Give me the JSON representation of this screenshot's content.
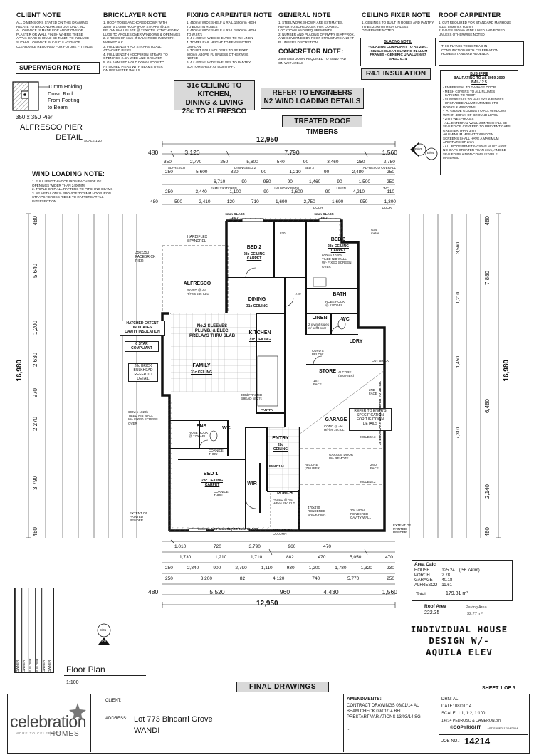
{
  "notes": {
    "client": {
      "title": "CLIENT NOTE",
      "body": "ALL DIMENSIONS STATED ON THIS DRAWING\nRELATE TO BRICKWORK SETOUT ONLY.  NO\nALLOWANCE IS MADE FOR ADDITIONS OF\nPLASTER OR WALL FINISH WHERE THESE\nAPPLY.  CARE SHOULD BE TAKEN TO INCLUDE\nSUCH ALLOWANCE IN CALCULATION OF\nCLEARANCE REQUIRED FOR FUTURE FITTINGS"
    },
    "bricklayer": {
      "title": "BRICKLAYER NOTE",
      "body": "1. ROOF TO BE ANCHORED DOWN WITH\n32mm x 1.0mm HOOP IRON STRAPS @ 12c\nBELOW WALL PLATE @ 1200CTS, ATTACHED BY\nLUGS TO ANGLES OVER WINDOWS & OPENINGS\n2. 2 ROWS OF 6mm Ø GALV. RODS IN BWORK\nMARKED A.K\n3. FULL LENGTH POI STRAPS TO ALL\nATTACHED PIERS\n4. FULL LENGTH HOOP IRON STRAPS TO\nOPENINGS 2.4m WIDE AND GREATER\n5. GALVANISED HOLD DOWN RODS TO\nATTACHED PIERS WITH BEAMS OVER\nON PERIMETER WALLS"
    },
    "fixing": {
      "title": "FIXING CARPENTER NOTE",
      "body": "1. 450mm WIDE SHELF & RAIL 1650mm HIGH\nTO BUILT IN ROBES\n2. 450mm WIDE SHELF & RAIL 1800mm HIGH\nTO W.I.R's\n3. 4 x 450mm WIDE SHELVES TO W.I LINEN\n4. TOWEL RAIL HEIGHT TO BE AS NOTED\nON PLAN\n5. TOILET ROLL HOLDERS TO BE FIXED\n800mm ABOVE FL UNLESS OTHERWISE\nNOTED\n6. 4 x 450mm WIDE SHELVES TO PANTRY\nBOTTOM SHELF AT 500mm AFL"
    },
    "general": {
      "title": "GENERAL NOTE",
      "body": "1. STEELWORK SHOWN ARE ESTIMATES,\nREFER TO  SCHEDULER FOR CORRECT\nLOCATIONS AND REQUIREMENTS\n2. NUMBER AND PLACING OF RWP's IS APPROX.\nAND GOVERNED BY ROOF STRUCTURE AND AT\nPLUMBERS DISCRETION"
    },
    "concretor": {
      "title": "CONCRETOR NOTE:",
      "body": "25mm SETDOWN REQUIRED TO SAND PAD\nON WET AREAS"
    },
    "ceiling": {
      "title": "CEILING FIXER NOTE",
      "body": "1. CEILINGS TO BUILT IN ROBES AND PANTRY\nTO BE 2100mm HIGH UNLESS\nOTHERWISE NOTED"
    },
    "roof": {
      "title": "ROOF CARPENTER",
      "body": "1. CUT REQUIRED FOR STANDARD MANHOLE\nSIZE: 580mm X 600mm\n2. EAVES 480mm WIDE LINED AND BOXED\nUNLESS OTHERWISE NOTED"
    },
    "glazing": {
      "title": "GLAZING NOTE:",
      "body": "- GLAZING COMPLIANT  TO AS 2407.\n- SINGLE CLEAR GLAZING IN ALUM\nFRAMES - GENERIC U VALUE 6.57\nSHGC 0.74"
    },
    "celebration": "THIS PLAN IS TO BE READ IN\nCONJUNCTION WITH CELEBRATION\nHOMES STANDARD ADDENDA",
    "supervisor": "SUPERVISOR NOTE",
    "pier": {
      "desc": "10mm Holding\nDown Rod\nFrom Footing\nto Beam",
      "size": "350 x 350 Pier",
      "title": "ALFRESCO PIER\nDETAIL",
      "scale": "SCALE 1:20"
    },
    "wind": {
      "title": "WIND LOADING NOTE:",
      "body": "1. FULL LENGTH HOOP IRON EACH SIDE OF\nOPENINGS WIDER THAN 2400MM\n2. TRIPLE GRIP ALL RAFTERS TO PITCHING BEAMS\n3. N2 METAL ONLY- PROVIDE 30X8MM HOOP IRON\nSTRAPS ACROSS RIDGE TO RAFTERS AT ALL\nINTERSECTION"
    },
    "bushfire": {
      "title": "BUSHFIRE",
      "sub": "BAL RATING TO AS 3959-2009",
      "sub2": "BAL-12.5",
      "body": "- EMBERSEAL TO GARAGE DOOR\n- MESH COVERS TO ALL FLUMES\n- SARKING TO ROOF\n- SUPERSEALS TO VALLEYS & RIDGES\n- UPGRADED ALUMINIUM MESH TO\nDOORS & WINDOWS\n- \"A\" GRADE GLAZING TO ALL WINDOWS\nWITHIN 400mm OF GROUND LEVEL\n- 2mm WEEPHOLES\n- ALL EXTERNAL WALL JOINTS SHALL BE\nSEALED OR COVERED TO PREVENT GAPS\nGREATER THAN 3mm\n-ALUMINIUM MESH TO WINDOW\nSCREENS SHALL HAVE A MAXIMUM\nAPERTURE OF 2mm\n- ALL ROOF PENETRATIONS MUST HAVE\nNO GAPS GREATER THAN 3mm, AND BE\nSEALED BY A NON-COMBUSTABLE\nMATERIAL"
    }
  },
  "banners": {
    "ceiling31": "31c CEILING TO KITCHEN,\nDINING & LIVING\n28c TO ALFRESCO",
    "engineers": "REFER TO ENGINEERS\nN2 WIND LOADING DETAILS",
    "timbers": "TREATED ROOF TIMBERS",
    "insulation": "R4.1 INSULATION"
  },
  "dims": {
    "top_total": "12,950",
    "top_row1": [
      "480",
      "3,120",
      "7,790",
      "1,560"
    ],
    "top_row2": [
      "350",
      "2,770",
      "250",
      "5,600",
      "540",
      "90",
      "3,460",
      "250",
      "2,750"
    ],
    "top_row2_labels": [
      "ALFRESCO",
      "DINING/BED 2",
      "BED 3",
      "ALFRESCO OVERALL"
    ],
    "top_row3": [
      "250",
      "5,600",
      "820",
      "90",
      "1,210",
      "90",
      "2,480",
      "250"
    ],
    "top_row4": [
      "6,710",
      "90",
      "950",
      "90",
      "1,460",
      "90",
      "1,500",
      "250"
    ],
    "top_row4_labels": [
      "FAMILY/KITCHEN",
      "LAUNDRY/BATH",
      "LINEN",
      "WC"
    ],
    "top_row5": [
      "250",
      "3,440",
      "1,100",
      "90",
      "1,600",
      "90",
      "4,210",
      "110"
    ],
    "top_row6": [
      "480",
      "590",
      "2,410",
      "120",
      "710",
      "1,690",
      "2,750",
      "1,690",
      "950",
      "1,300"
    ],
    "top_row6_labels": [
      "DOOR",
      "DOOR"
    ],
    "bottom_total": "12,950",
    "bottom_row1": [
      "480",
      "5,520",
      "960",
      "4,430",
      "1,560"
    ],
    "bottom_row2": [
      "250",
      "3,200",
      "82",
      "4,120",
      "740",
      "5,770",
      "250"
    ],
    "bottom_row3": [
      "250",
      "2,840",
      "900",
      "2,790",
      "1,110",
      "930",
      "1,200",
      "1,780",
      "1,320",
      "230"
    ],
    "bottom_row4": [
      "1,730",
      "1,210",
      "1,710",
      "882",
      "470",
      "5,050",
      "470"
    ],
    "bottom_row5": [
      "1,010",
      "720",
      "3,790",
      "960",
      "470"
    ],
    "left_total": "16,980",
    "left_major": [
      "480",
      "3,790",
      "2,270",
      "970",
      "2,630",
      "1,200",
      "5,640",
      "480"
    ],
    "right_total": "16,980",
    "right_major": [
      "480",
      "2,140",
      "6,480",
      "7,880",
      "480"
    ],
    "right_row2": [
      "7,310",
      "1,450",
      "1,210",
      "3,560"
    ]
  },
  "rooms": {
    "bed2": {
      "name": "BED 2",
      "sub": "28c CEILING\nCARPET"
    },
    "bed3": {
      "name": "BED 3",
      "sub": "28c CEILING\nCARPET"
    },
    "alfresco": {
      "name": "ALFRESCO",
      "sub": "PAVED @ -5c\nH/Flex 28c CLG"
    },
    "dining": {
      "name": "DINING",
      "sub": "31c CEILING"
    },
    "kitchen": {
      "name": "KITCHEN",
      "sub": "31c CEILING"
    },
    "family": {
      "name": "FAMILY",
      "sub": "31c CEILING"
    },
    "bath": {
      "name": "BATH",
      "sub": ""
    },
    "linen": {
      "name": "LINEN",
      "sub": "2 x vinyl slides\nw/ soffit over"
    },
    "wc": {
      "name": "WC",
      "sub": ""
    },
    "ldry": {
      "name": "LDRY",
      "sub": ""
    },
    "store": {
      "name": "STORE",
      "sub": "ALCORE\n(350 PIER)"
    },
    "garage": {
      "name": "GARAGE",
      "sub": "CONC @ -5c\nH/Flex 25c CL"
    },
    "ens": {
      "name": "ENS",
      "sub": "ROBE HOOK\n@ 1700AFL"
    },
    "wc2": {
      "name": "WC",
      "sub": ""
    },
    "entry": {
      "name": "ENTRY",
      "sub": "28c\nCEILING"
    },
    "pantry": {
      "name": "PANTRY",
      "sub": ""
    },
    "bed1": {
      "name": "BED 1",
      "sub": "28c CEILING\nCARPET"
    },
    "wir": {
      "name": "WIR",
      "sub": ""
    },
    "porch": {
      "name": "PORCH",
      "sub": "PAVED @ -5c\nH/Flex 28c CLG"
    }
  },
  "plan_labels": {
    "glass_top_left": "6mm GLASS\n16x7",
    "glass_top_right": "6mm GLASS\n16x7",
    "glass_bottom": "6mm GLASS  6mm GLASS  6mm GLASS",
    "hardiflex": "HARDIFLEX\nSPANDREL",
    "pier350": "350x350\nFACEBRICK\nPIER",
    "sleeves": "No.2 SLEEVES\nPLUMB. & ELEC.\nPRELAYS THRU SLAB",
    "hatched": "HATCHED EXTENT\nINDICATES\nCAVITY INSULATION",
    "star6": "6 STAR\nCOMPLIANT",
    "bulkhead": "28c BRICK\nBULKHEAD\nREFER TO\nDETAIL",
    "ens_win": "600w x 1020h\nTILED NIB WALL\nW/- FIXED SCREEN\nOVER",
    "bed3_win": "600w x 1020h\nTILED NIB WALL\nW/- FIXED SCREEN\nOVER",
    "engr": "REFER TO ENGR'S\nSPECIFICATION\nFOR T.IE-DOWN\nDETAILS",
    "garage_door": "GARAGE DOOR\nW/- REMOTE",
    "boundary": "2c BOUNDARY WALL - REFER TO DETAIL",
    "alcore720": "ALCORE\n(720 PIER)",
    "rendered": "470x470\nRENDERED\nBRICK PIER",
    "cavity": "20c HIGH\nRENDERED\nCAVITY WALL",
    "painted_l": "EXTENT OF\nPAINTED\nRENDER",
    "painted_r": "EXTENT OF\nPAINTED\nRENDER",
    "column": "STRUCTURAL\nCOLUMN",
    "pmad": "PMAD104",
    "cut_brick": "CUT BRICK",
    "gas_meter": "Gas\nmeter",
    "robe_hook": "ROBE HOOK\n@ 1700AFL",
    "cupds": "CUPD'S\nBELOW",
    "face1st": "1ST\nFACE",
    "face2nd": "2ND\nFACE",
    "face2nd_b": "2ND\nFACE",
    "beam_2200": "200UB22.3",
    "beam_1820": "200UB18.2",
    "cornice1": "CORNICE\nTHRU",
    "cornice2": "CORNICE\nTHRU",
    "frame_350": "350d FRAMED\nBHEAD @ 27c",
    "dim_820": "820",
    "dim_720": "720"
  },
  "area_calc": {
    "title": "Area Calc",
    "rows": [
      {
        "name": "HOUSE",
        "value": "125.24",
        "extra": "( 56.740m)"
      },
      {
        "name": "PORCH",
        "value": "2.78",
        "extra": ""
      },
      {
        "name": "GARAGE",
        "value": "40.18",
        "extra": ""
      },
      {
        "name": "ALFRESCO",
        "value": "11.61",
        "extra": ""
      }
    ],
    "total_label": "Total",
    "total_value": "179.81 m²",
    "roof_label": "Roof Area",
    "roof_value": "222.35",
    "paving_label": "Paving Area",
    "paving_value": "32.77 m²"
  },
  "title": {
    "main": "INDIVIDUAL HOUSE\nDESIGN W/-\nAQUILA ELEV",
    "drawing": "Floor Plan",
    "scale": "1:100",
    "status": "FINAL DRAWINGS",
    "sheet": "SHEET 1 OF 5"
  },
  "side_labels": [
    "OWNER",
    "OWNER",
    "BUILDER",
    "BUILDER",
    "OWNER",
    "OWNER"
  ],
  "titleblock": {
    "logo": "celebration",
    "logo_sub": "MORE TO CELEBRATE",
    "logo_homes": "HOMES",
    "client_label": "CLIENT:",
    "address_label": "ADDRESS:",
    "address1": "Lot 773 Bindarri Grove",
    "address2": "WANDI",
    "amend_title": "AMENDMENTS:",
    "amendments": [
      "CONTRACT DRAWINGS 08/01/14 AL",
      "BEAM CHECK 09/01/14 BFL",
      "PRESTART VARIATIONS 13/03/14 SG",
      "...",
      "..."
    ],
    "drn": "DRN:   AL",
    "date": "DATE:   08/01/14",
    "scale": "SCALE: 1:1, 1:2, 1:100",
    "file": "14214 PEDROSO & CAMERON.pln",
    "copyright": "©COPYRIGHT",
    "saved": "LAST SAVED 17/04/2014",
    "job_label": "JOB NO.:",
    "job": "14214"
  },
  "markers": {
    "e03": "E/03",
    "e04": "E/04",
    "e01": "E/01",
    "e02": "E/02"
  }
}
